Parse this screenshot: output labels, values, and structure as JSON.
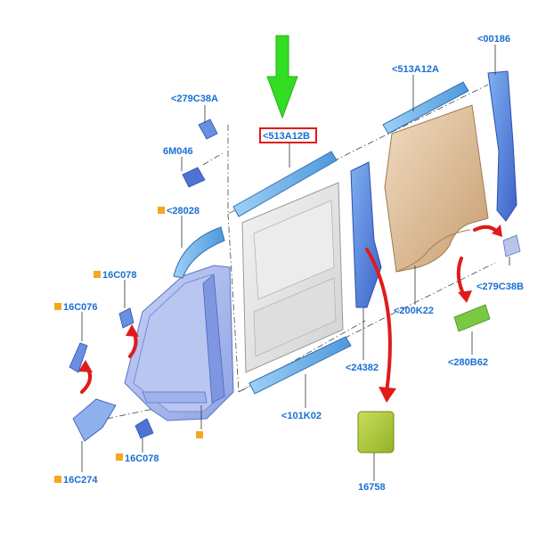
{
  "colors": {
    "label": "#1a6fd1",
    "marker": "#f5a623",
    "highlight_box": "#e01b1b",
    "pointer_arrow": "#33dd22",
    "red_arrow": "#e01b1b",
    "part_blue": "#4a78d8",
    "part_light_blue": "#6fb0e8",
    "panel_tan": "#d8b48c",
    "door_gray": "#e4e4e4",
    "green_part": "#7ac943",
    "yellow_green_part": "#b5cf3a"
  },
  "labels": {
    "p00186": "<00186",
    "p513A12A": "<513A12A",
    "p279C38A": "<279C38A",
    "p513A12B": "<513A12B",
    "p6M046": "6M046",
    "p28028": "<28028",
    "p16C078_top": "16C078",
    "p16C076": "16C076",
    "p279C38B": "<279C38B",
    "p200K22": "<200K22",
    "p280B62": "<280B62",
    "p24382": "<24382",
    "p101K02": "<101K02",
    "p16C078_bottom": "16C078",
    "p16C274": "16C274",
    "p16758": "16758"
  }
}
